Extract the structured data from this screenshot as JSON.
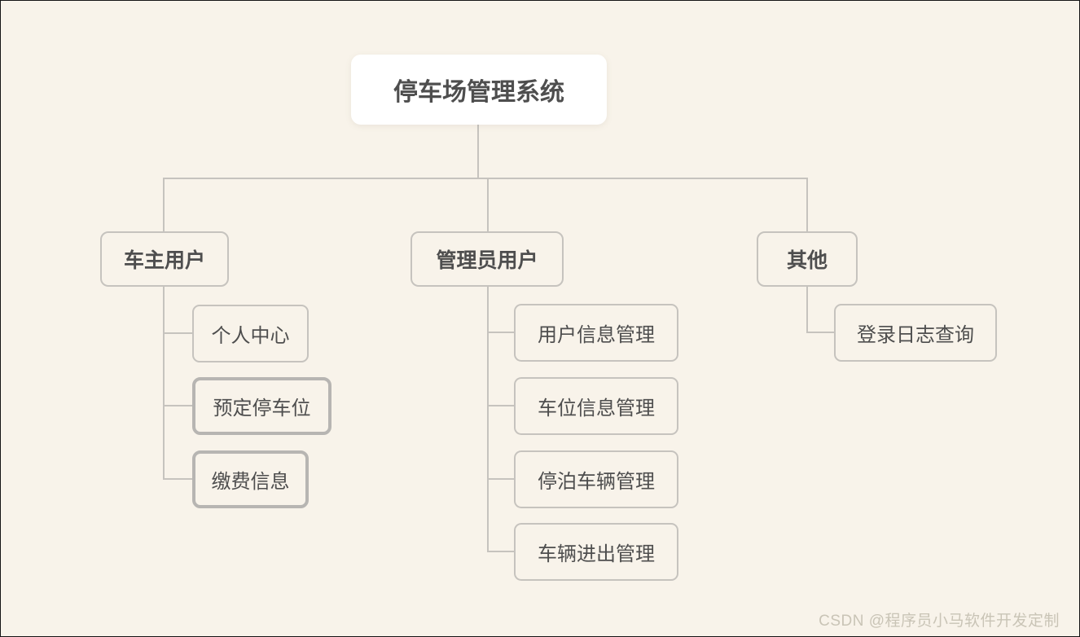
{
  "diagram": {
    "root": {
      "label": "停车场管理系统"
    },
    "branches": [
      {
        "label": "车主用户",
        "children": [
          {
            "label": "个人中心",
            "emphasis": false
          },
          {
            "label": "预定停车位",
            "emphasis": true
          },
          {
            "label": "缴费信息",
            "emphasis": true
          }
        ]
      },
      {
        "label": "管理员用户",
        "children": [
          {
            "label": "用户信息管理",
            "emphasis": false
          },
          {
            "label": "车位信息管理",
            "emphasis": false
          },
          {
            "label": "停泊车辆管理",
            "emphasis": false
          },
          {
            "label": "车辆进出管理",
            "emphasis": false
          }
        ]
      },
      {
        "label": "其他",
        "children": [
          {
            "label": "登录日志查询",
            "emphasis": false
          }
        ]
      }
    ],
    "colors": {
      "canvas_background": "#f8f3ea",
      "root_background": "#ffffff",
      "connector_line": "#c6c3be",
      "node_border": "#c6c3be",
      "node_border_emphasis": "#b7b5b2",
      "node_text": "#4e4e4e",
      "watermark_text": "#c9c4b6"
    }
  },
  "watermark": {
    "text": "CSDN @程序员小马软件开发定制"
  }
}
